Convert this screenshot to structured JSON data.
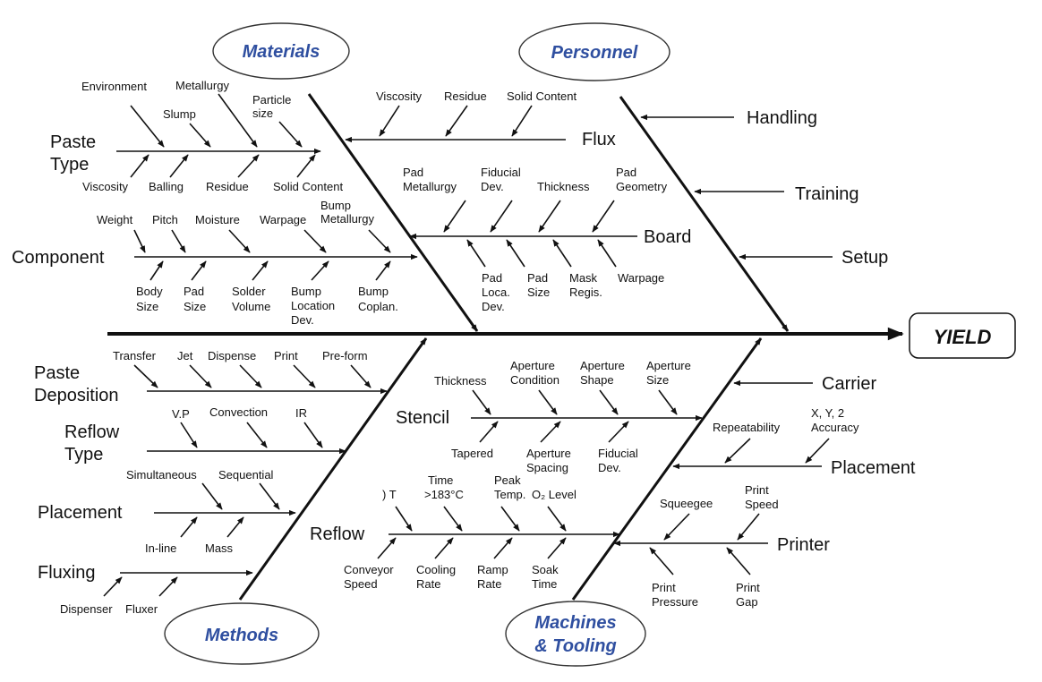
{
  "effect": "YIELD",
  "categories": {
    "materials": "Materials",
    "personnel": "Personnel",
    "methods": "Methods",
    "machines": [
      "Machines",
      "& Tooling"
    ]
  },
  "paste_type": {
    "label": [
      "Paste",
      "Type"
    ],
    "upper": [
      [
        "Environment"
      ],
      [
        "Slump"
      ],
      [
        "Metallurgy"
      ],
      [
        "Particle",
        "size"
      ]
    ],
    "lower": [
      "Viscosity",
      "Balling",
      "Residue",
      "Solid Content"
    ]
  },
  "component": {
    "label": "Component",
    "upper": [
      [
        "Weight"
      ],
      [
        "Pitch"
      ],
      [
        "Moisture"
      ],
      [
        "Warpage"
      ],
      [
        "Bump",
        "Metallurgy"
      ]
    ],
    "lower": [
      [
        "Body",
        "Size"
      ],
      [
        "Pad",
        "Size"
      ],
      [
        "Solder",
        "Volume"
      ],
      [
        "Bump",
        "Location",
        "Dev."
      ],
      [
        "Bump",
        "Coplan."
      ]
    ]
  },
  "flux": {
    "label": "Flux",
    "upper": [
      "Viscosity",
      "Residue",
      "Solid Content"
    ]
  },
  "board": {
    "label": "Board",
    "upper": [
      [
        "Pad",
        "Metallurgy"
      ],
      [
        "Fiducial",
        "Dev."
      ],
      [
        "Thickness"
      ],
      [
        "Pad",
        "Geometry"
      ]
    ],
    "lower": [
      [
        "Pad",
        "Loca.",
        "Dev."
      ],
      [
        "Pad",
        "Size"
      ],
      [
        "Mask",
        "Regis."
      ],
      [
        "Warpage"
      ]
    ]
  },
  "personnel_causes": [
    "Handling",
    "Training",
    "Setup"
  ],
  "paste_deposition": {
    "label": [
      "Paste",
      "Deposition"
    ],
    "upper": [
      "Transfer",
      "Jet",
      "Dispense",
      "Print",
      "Pre-form"
    ]
  },
  "reflow_type": {
    "label": [
      "Reflow",
      "Type"
    ],
    "upper": [
      "V.P",
      "Convection",
      "IR"
    ]
  },
  "placement_method": {
    "label": "Placement",
    "upper": [
      "Simultaneous",
      "Sequential"
    ],
    "lower": [
      "In-line",
      "Mass"
    ]
  },
  "fluxing": {
    "label": "Fluxing",
    "lower": [
      "Dispenser",
      "Fluxer"
    ]
  },
  "stencil": {
    "label": "Stencil",
    "upper": [
      [
        "Thickness"
      ],
      [
        "Aperture",
        "Condition"
      ],
      [
        "Aperture",
        "Shape"
      ],
      [
        "Aperture",
        "Size"
      ]
    ],
    "lower": [
      [
        "Tapered"
      ],
      [
        "Aperture",
        "Spacing"
      ],
      [
        "Fiducial",
        "Dev."
      ]
    ]
  },
  "reflow": {
    "label": "Reflow",
    "upper": [
      [
        ") T"
      ],
      [
        "Time",
        ">183°C"
      ],
      [
        "Peak",
        "Temp."
      ],
      [
        "O₂ Level"
      ]
    ],
    "lower": [
      [
        "Conveyor",
        "Speed"
      ],
      [
        "Cooling",
        "Rate"
      ],
      [
        "Ramp",
        "Rate"
      ],
      [
        "Soak",
        "Time"
      ]
    ]
  },
  "carrier": {
    "label": "Carrier"
  },
  "placement_machine": {
    "label": "Placement",
    "upper": [
      [
        "Repeatability"
      ],
      [
        "X, Y, 2",
        "Accuracy"
      ]
    ]
  },
  "printer": {
    "label": "Printer",
    "upper": [
      [
        "Squeegee"
      ],
      [
        "Print",
        "Speed"
      ]
    ],
    "lower": [
      [
        "Print",
        "Pressure"
      ],
      [
        "Print",
        "Gap"
      ]
    ]
  }
}
